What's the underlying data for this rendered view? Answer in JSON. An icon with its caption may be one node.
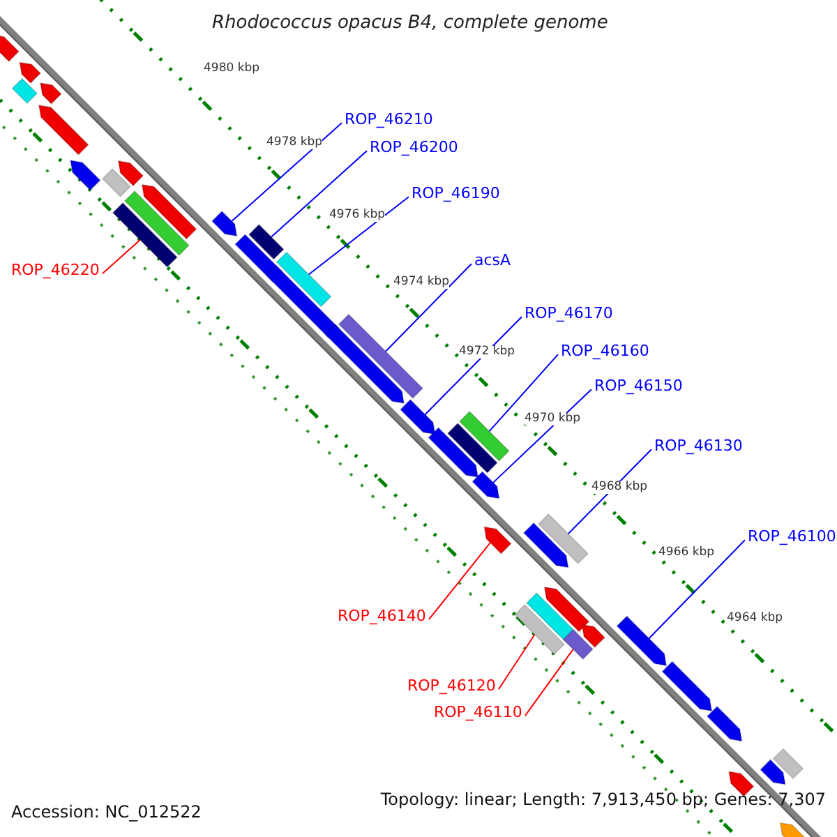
{
  "diagram": {
    "title": "Rhodococcus opacus B4, complete genome",
    "nodes": [
      {
        "text": [
          "ROP_46210"
        ]
      },
      {
        "text": [
          "ROP_46200"
        ]
      },
      {
        "text": [
          "ROP_46190"
        ]
      },
      {
        "text": [
          "acsA"
        ]
      },
      {
        "text": [
          "ROP_46170"
        ]
      },
      {
        "text": [
          "ROP_46160"
        ]
      },
      {
        "text": [
          "ROP_46150"
        ]
      },
      {
        "text": [
          "ROP_46130"
        ]
      },
      {
        "text": [
          "ROP_46100"
        ]
      },
      {
        "text": [
          "ROP_46220"
        ]
      },
      {
        "text": [
          "ROP_46140"
        ]
      },
      {
        "text": [
          "ROP_46120"
        ]
      },
      {
        "text": [
          "ROP_46110"
        ]
      },
      {
        "text": [],
        "shape": "arrow"
      },
      {
        "text": [],
        "shape": "arrow"
      },
      {
        "text": [],
        "shape": "box"
      },
      {
        "text": [],
        "shape": "arrow"
      },
      {
        "text": [],
        "shape": "arrow"
      },
      {
        "text": [],
        "shape": "arrow"
      },
      {
        "text": [],
        "shape": "arrow"
      },
      {
        "text": [],
        "shape": "box"
      },
      {
        "text": [],
        "shape": "arrow"
      },
      {
        "text": [],
        "shape": "box"
      },
      {
        "text": [],
        "shape": "box"
      },
      {
        "text": [],
        "shape": "arrow"
      },
      {
        "text": [],
        "shape": "box"
      },
      {
        "text": [],
        "shape": "arrow"
      },
      {
        "text": [],
        "shape": "box"
      },
      {
        "text": [],
        "shape": "arrow"
      },
      {
        "text": [],
        "shape": "arrow"
      },
      {
        "text": [],
        "shape": "box"
      },
      {
        "text": [],
        "shape": "arrow"
      },
      {
        "text": [],
        "shape": "arrow"
      },
      {
        "text": [],
        "shape": "box"
      },
      {
        "text": [],
        "shape": "box"
      },
      {
        "text": [],
        "shape": "arrow"
      },
      {
        "text": [],
        "shape": "arrow"
      },
      {
        "text": [],
        "shape": "arrow"
      },
      {
        "text": [],
        "shape": "box"
      },
      {
        "text": [],
        "shape": "box"
      },
      {
        "text": [],
        "shape": "box"
      },
      {
        "text": [],
        "shape": "arrow"
      },
      {
        "text": [],
        "shape": "box"
      },
      {
        "text": [],
        "shape": "arrow"
      },
      {
        "text": [],
        "shape": "arrow"
      },
      {
        "text": [],
        "shape": "arrow"
      },
      {
        "text": [],
        "shape": "arrow"
      },
      {
        "text": [],
        "shape": "arrow"
      },
      {
        "text": [],
        "shape": "arrow"
      },
      {
        "text": [],
        "shape": "box"
      },
      {
        "text": [],
        "shape": "arrow"
      }
    ],
    "edges": [
      {
        "from": 0,
        "to": 24,
        "arrow": "none"
      },
      {
        "from": 1,
        "to": 25,
        "arrow": "none"
      },
      {
        "from": 2,
        "to": 27,
        "arrow": "none"
      },
      {
        "from": 3,
        "to": 30,
        "arrow": "none"
      },
      {
        "from": 4,
        "to": 31,
        "arrow": "none"
      },
      {
        "from": 5,
        "to": 34,
        "arrow": "none"
      },
      {
        "from": 6,
        "to": 35,
        "arrow": "none"
      },
      {
        "from": 7,
        "to": 38,
        "arrow": "none"
      },
      {
        "from": 8,
        "to": 44,
        "arrow": "none"
      },
      {
        "from": 9,
        "to": 23,
        "arrow": "none",
        "color": "#ff0000"
      },
      {
        "from": 10,
        "to": 36,
        "arrow": "none",
        "color": "#ff0000"
      },
      {
        "from": 11,
        "to": 40,
        "arrow": "none",
        "color": "#ff0000"
      },
      {
        "from": 12,
        "to": 42,
        "arrow": "none",
        "color": "#ff0000"
      }
    ],
    "labels": [
      "4980 kbp",
      "4978 kbp",
      "4976 kbp",
      "4974 kbp",
      "4972 kbp",
      "4970 kbp",
      "4968 kbp",
      "4966 kbp",
      "4964 kbp",
      "Accession: NC_012522",
      "Topology: linear; Length: 7,913,450 bp; Genes: 7,307"
    ]
  }
}
